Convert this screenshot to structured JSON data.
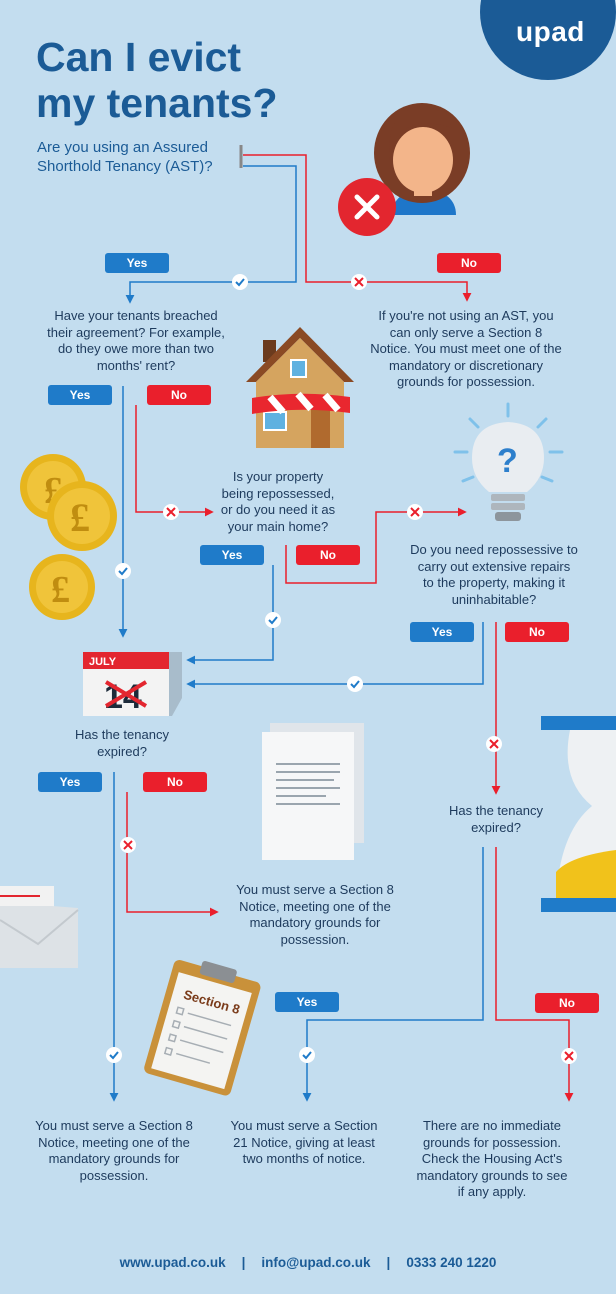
{
  "brand": {
    "logo": "upad"
  },
  "title": {
    "line1": "Can I evict",
    "line2": "my tenants?"
  },
  "question": {
    "line1": "Are you using an Assured",
    "line2": "Shorthold Tenancy (AST)?"
  },
  "colors": {
    "blue": "#1f7bc9",
    "red": "#ea1f2c",
    "navy": "#1b5b96",
    "background": "#c3ddef"
  },
  "labels": {
    "yes": "Yes",
    "no": "No"
  },
  "steps": {
    "breached": [
      "Have your tenants breached",
      "their agreement? For example,",
      "do they owe more than two",
      "months' rent?"
    ],
    "not_ast": [
      "If you're not using an AST, you",
      "can only serve a Section 8",
      "Notice. You must meet one of the",
      "mandatory or discretionary",
      "grounds for possession."
    ],
    "repossessed": [
      "Is your property",
      "being repossessed,",
      "or do you need it as",
      "your main home?"
    ],
    "repairs": [
      "Do you need repossessive to",
      "carry out extensive repairs",
      "to the property, making it",
      "uninhabitable?"
    ],
    "expired_left": [
      "Has the tenancy",
      "expired?"
    ],
    "expired_right": [
      "Has the tenancy",
      "expired?"
    ],
    "section8_mid": [
      "You must serve a Section 8",
      "Notice, meeting one of the",
      "mandatory grounds for",
      "possession."
    ],
    "result_section8": [
      "You must serve a Section 8",
      "Notice, meeting one of the",
      "mandatory grounds for",
      "possession."
    ],
    "result_section21": [
      "You must serve a Section",
      "21 Notice, giving at least",
      "two months of notice."
    ],
    "result_none": [
      "There are no immediate",
      "grounds for possession.",
      "Check the Housing Act's",
      "mandatory grounds to see",
      "if any apply."
    ]
  },
  "calendar": {
    "month": "JULY",
    "day": "14"
  },
  "clipboard": {
    "label": "Section 8"
  },
  "icons": [
    "close-icon",
    "person-icon",
    "house-icon",
    "coin-icon",
    "lightbulb-icon",
    "question-icon",
    "calendar-icon",
    "document-icon",
    "envelope-icon",
    "clipboard-icon",
    "hourglass-icon",
    "check-icon",
    "cross-icon"
  ],
  "footer": {
    "website": "www.upad.co.uk",
    "email": "info@upad.co.uk",
    "phone": "0333 240 1220",
    "separator": "|"
  }
}
